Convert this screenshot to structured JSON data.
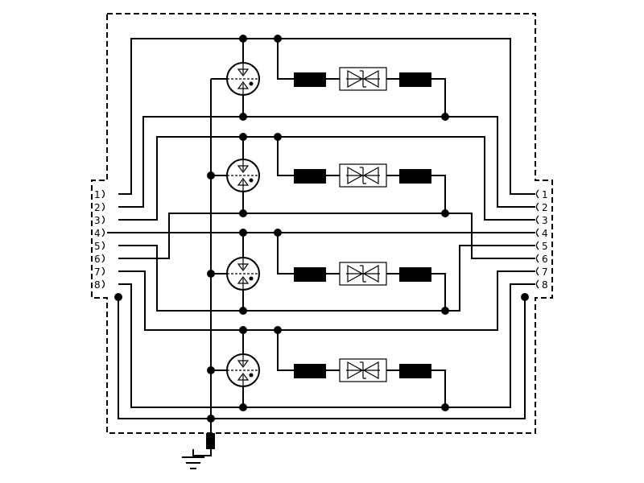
{
  "left_connector": {
    "pins": [
      {
        "label": "1"
      },
      {
        "label": "2"
      },
      {
        "label": "3"
      },
      {
        "label": "4"
      },
      {
        "label": "5"
      },
      {
        "label": "6"
      },
      {
        "label": "7"
      },
      {
        "label": "8"
      }
    ]
  },
  "right_connector": {
    "pins": [
      {
        "label": "1"
      },
      {
        "label": "2"
      },
      {
        "label": "3"
      },
      {
        "label": "4"
      },
      {
        "label": "5"
      },
      {
        "label": "6"
      },
      {
        "label": "7"
      },
      {
        "label": "8"
      }
    ]
  },
  "protection_stages": [
    {
      "components": [
        "gas-discharge-tube",
        "resistor",
        "tvs-diode-bidirectional",
        "resistor"
      ]
    },
    {
      "components": [
        "gas-discharge-tube",
        "resistor",
        "tvs-diode-bidirectional",
        "resistor"
      ]
    },
    {
      "components": [
        "gas-discharge-tube",
        "resistor",
        "tvs-diode-bidirectional",
        "resistor"
      ]
    },
    {
      "components": [
        "gas-discharge-tube",
        "resistor",
        "tvs-diode-bidirectional",
        "resistor"
      ]
    }
  ],
  "ground": {
    "icon": "ground-icon"
  },
  "colors": {
    "line": "#000000",
    "background": "#ffffff"
  }
}
